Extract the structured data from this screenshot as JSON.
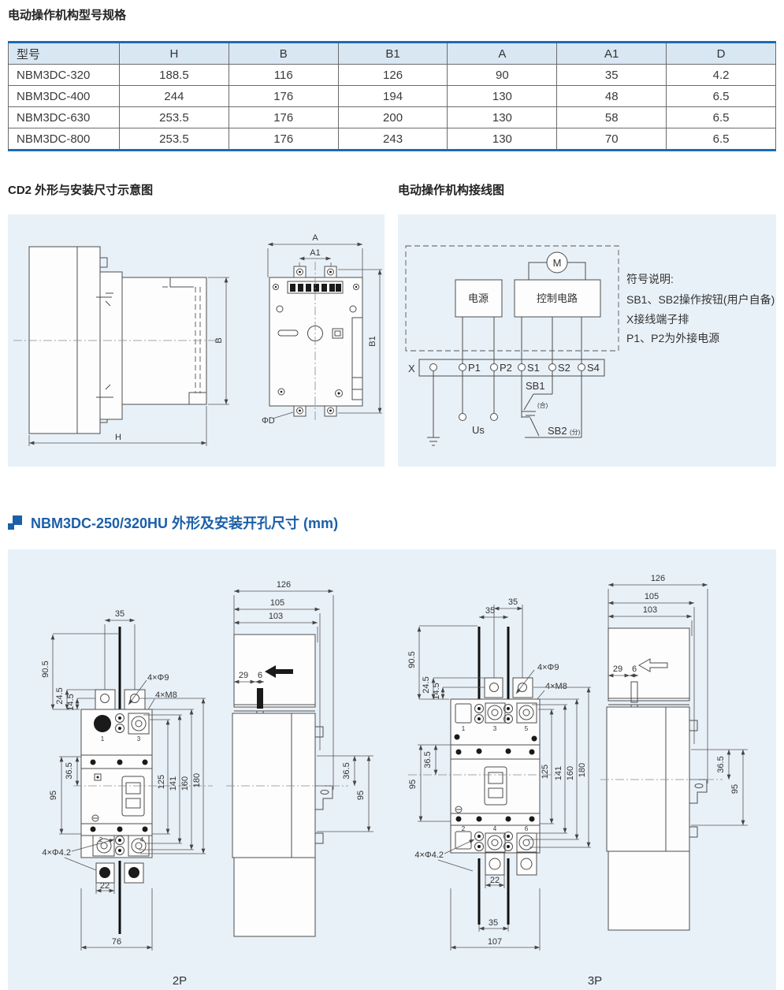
{
  "page": {
    "table_title": "电动操作机构型号规格",
    "cd2_title": "CD2 外形与安装尺寸示意图",
    "wiring_title": "电动操作机构接线图",
    "nbm_title": "NBM3DC-250/320HU 外形及安装开孔尺寸 (mm)"
  },
  "colors": {
    "accent_blue": "#1e6ab2",
    "title_blue": "#1b5fa9",
    "panel_bg": "#e9f1f8",
    "header_bg": "#d9e7f3"
  },
  "table": {
    "headers": [
      "型号",
      "H",
      "B",
      "B1",
      "A",
      "A1",
      "D"
    ],
    "rows": [
      [
        "NBM3DC-320",
        "188.5",
        "116",
        "126",
        "90",
        "35",
        "4.2"
      ],
      [
        "NBM3DC-400",
        "244",
        "176",
        "194",
        "130",
        "48",
        "6.5"
      ],
      [
        "NBM3DC-630",
        "253.5",
        "176",
        "200",
        "130",
        "58",
        "6.5"
      ],
      [
        "NBM3DC-800",
        "253.5",
        "176",
        "243",
        "130",
        "70",
        "6.5"
      ]
    ]
  },
  "cd2": {
    "H": "H",
    "B": "B",
    "A": "A",
    "A1": "A1",
    "B1": "B1",
    "phid": "ΦD"
  },
  "wiring": {
    "power_box": "电源",
    "control_box": "控制电路",
    "motor": "M",
    "x_label": "X",
    "terminals": [
      "P1",
      "P2",
      "S1",
      "S2",
      "S4"
    ],
    "us": "Us",
    "sb1": "SB1",
    "sb1_sub": "(合)",
    "sb2": "SB2",
    "sb2_sub": "(分)",
    "notes": [
      "符号说明:",
      "SB1、SB2操作按钮(用户自备)",
      "X接线端子排",
      "P1、P2为外接电源"
    ]
  },
  "p2front": {
    "d35": "35",
    "d905": "90.5",
    "d245": "24.5",
    "d145": "14.5",
    "phi9": "4×Φ9",
    "m8": "4×M8",
    "d365": "36.5",
    "d95": "95",
    "d125": "125",
    "d141": "141",
    "d160": "160",
    "d180": "180",
    "phi42": "4×Φ4.2",
    "d22": "22",
    "d76": "76",
    "n1": "1",
    "n3": "3",
    "n2": "2",
    "n4": "4",
    "label": "2P"
  },
  "p2side": {
    "d126": "126",
    "d105": "105",
    "d103": "103",
    "d29": "29",
    "d6": "6",
    "d365": "36.5",
    "d95": "95"
  },
  "p3front": {
    "d35a": "35",
    "d35b": "35",
    "d905": "90.5",
    "d245": "24.5",
    "d145": "14.5",
    "phi9": "4×Φ9",
    "m8": "4×M8",
    "d365": "36.5",
    "d95": "95",
    "d125": "125",
    "d141": "141",
    "d160": "160",
    "d180": "180",
    "phi42": "4×Φ4.2",
    "d22": "22",
    "d35c": "35",
    "d107": "107",
    "n1": "1",
    "n3": "3",
    "n5": "5",
    "n2": "2",
    "n4": "4",
    "n6": "6",
    "label": "3P"
  },
  "p3side": {
    "d126": "126",
    "d105": "105",
    "d103": "103",
    "d29": "29",
    "d6": "6",
    "d365": "36.5",
    "d95": "95"
  }
}
